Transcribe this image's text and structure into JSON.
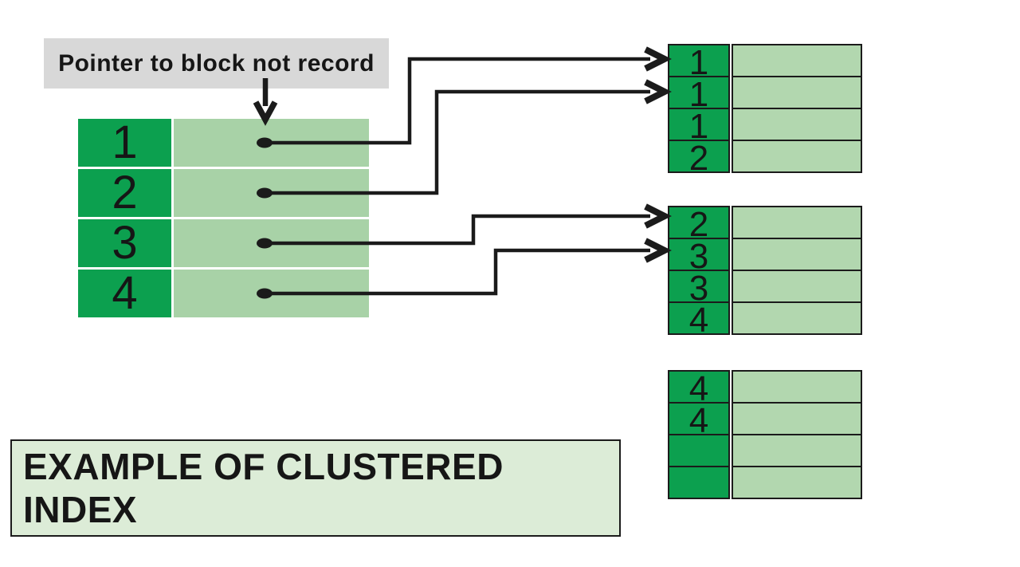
{
  "note": {
    "text": "Pointer to block not record"
  },
  "caption": {
    "text": "EXAMPLE OF CLUSTERED INDEX"
  },
  "index_table": {
    "rows": [
      {
        "key": "1"
      },
      {
        "key": "2"
      },
      {
        "key": "3"
      },
      {
        "key": "4"
      }
    ]
  },
  "blocks": [
    {
      "rows": [
        {
          "key": "1"
        },
        {
          "key": "1"
        },
        {
          "key": "1"
        },
        {
          "key": "2"
        }
      ]
    },
    {
      "rows": [
        {
          "key": "2"
        },
        {
          "key": "3"
        },
        {
          "key": "3"
        },
        {
          "key": "4"
        }
      ]
    },
    {
      "rows": [
        {
          "key": "4"
        },
        {
          "key": "4"
        },
        {
          "key": ""
        },
        {
          "key": ""
        }
      ]
    }
  ],
  "connections": [
    {
      "from": "index-row-1",
      "to": "block-1-row-1"
    },
    {
      "from": "index-row-2",
      "to": "block-1-row-2"
    },
    {
      "from": "index-row-3",
      "to": "block-2-row-1"
    },
    {
      "from": "index-row-4",
      "to": "block-2-row-2"
    }
  ],
  "colors": {
    "dark-green": "#0ca04f",
    "light-green": "#a8d2a7",
    "block-green": "#b2d7af",
    "caption-bg": "#dcecd7",
    "note-bg": "#d8d8d8",
    "line": "#1b1b1b"
  }
}
